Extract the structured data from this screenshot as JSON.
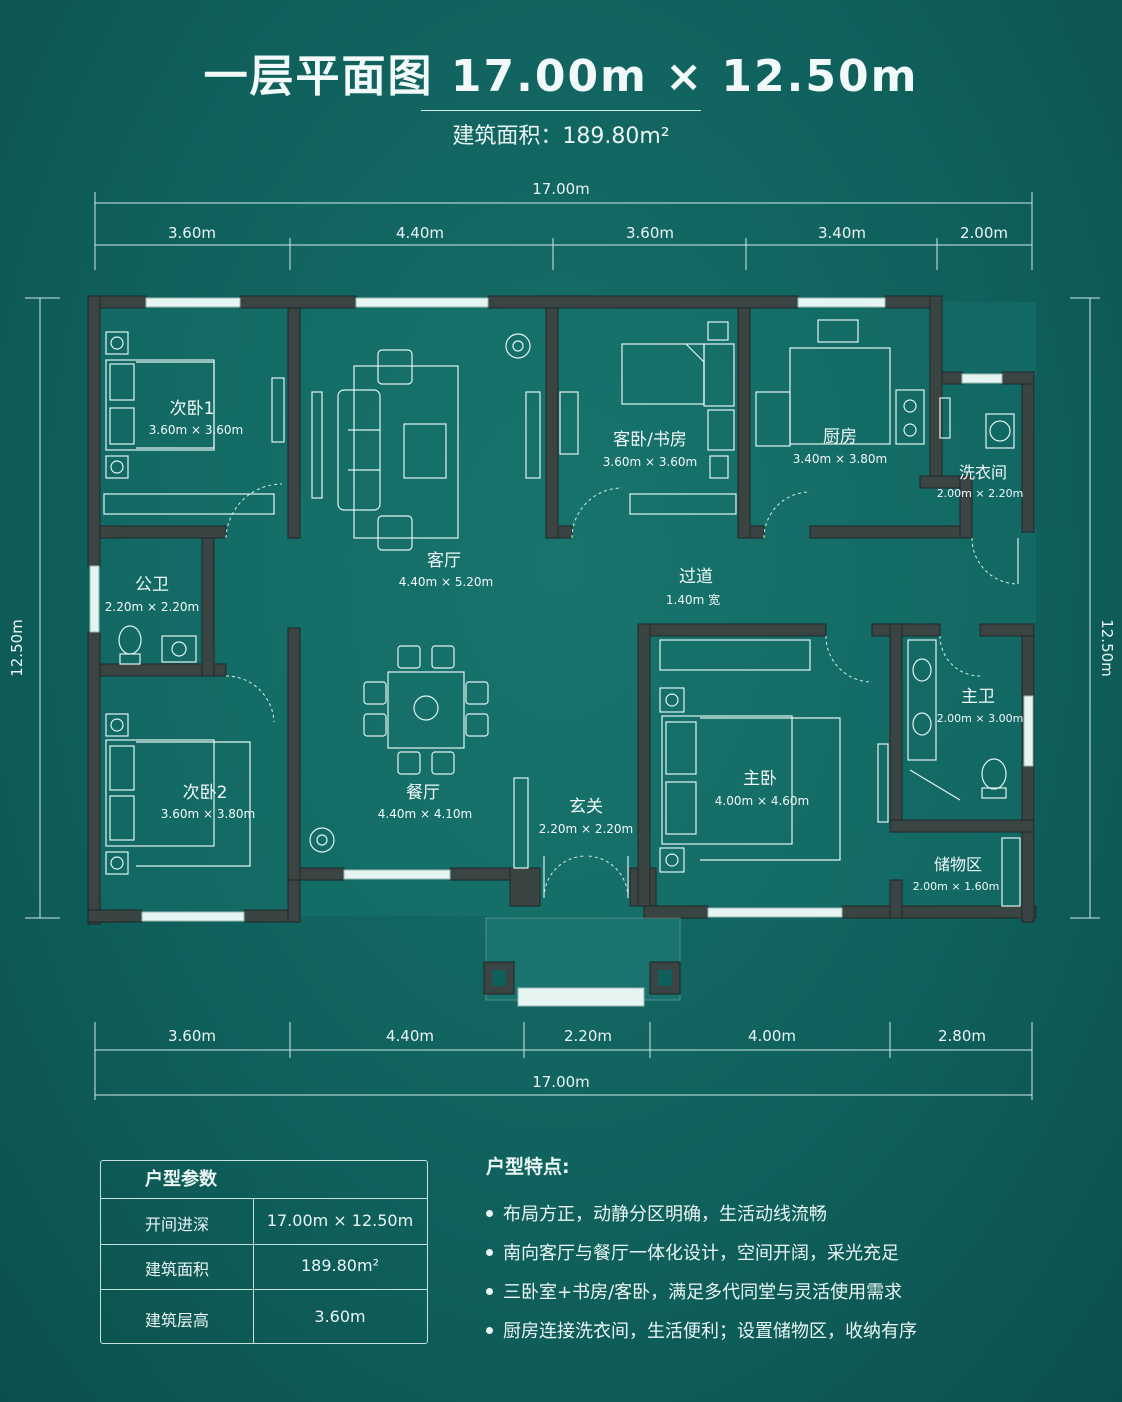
{
  "title": "一层平面图 17.00m × 12.50m",
  "subtitle": "建筑面积：189.80m²",
  "dimensions": {
    "top_total": "17.00m",
    "top_segments": [
      "3.60m",
      "4.40m",
      "3.60m",
      "3.40m",
      "2.00m"
    ],
    "bottom_segments": [
      "3.60m",
      "4.40m",
      "2.20m",
      "4.00m",
      "2.80m"
    ],
    "bottom_total": "17.00m",
    "left": "12.50m",
    "right": "12.50m"
  },
  "rooms": [
    {
      "name": "次卧1",
      "size": "3.60m × 3.60m"
    },
    {
      "name": "客厅",
      "size": "4.40m × 5.20m"
    },
    {
      "name": "客卧/书房",
      "size": "3.60m × 3.60m"
    },
    {
      "name": "厨房",
      "size": "3.40m × 3.80m"
    },
    {
      "name": "洗衣间",
      "size": "2.00m × 2.20m"
    },
    {
      "name": "公卫",
      "size": "2.20m × 2.20m"
    },
    {
      "name": "过道",
      "size": "1.40m 宽"
    },
    {
      "name": "次卧2",
      "size": "3.60m × 3.80m"
    },
    {
      "name": "餐厅",
      "size": "4.40m × 4.10m"
    },
    {
      "name": "玄关",
      "size": "2.20m × 2.20m"
    },
    {
      "name": "主卧",
      "size": "4.00m × 4.60m"
    },
    {
      "name": "主卫",
      "size": "2.00m × 3.00m"
    },
    {
      "name": "储物区",
      "size": "2.00m × 1.60m"
    }
  ],
  "params": {
    "header": "户型参数",
    "rows": [
      {
        "k": "开间进深",
        "v": "17.00m × 12.50m"
      },
      {
        "k": "建筑面积",
        "v": "189.80m²"
      },
      {
        "k": "建筑层高",
        "v": "3.60m"
      }
    ]
  },
  "features": {
    "header": "户型特点:",
    "items": [
      "布局方正，动静分区明确，生活动线流畅",
      "南向客厅与餐厅一体化设计，空间开阔，采光充足",
      "三卧室+书房/客卧，满足多代同堂与灵活使用需求",
      "厨房连接洗衣间，生活便利；设置储物区，收纳有序"
    ]
  }
}
